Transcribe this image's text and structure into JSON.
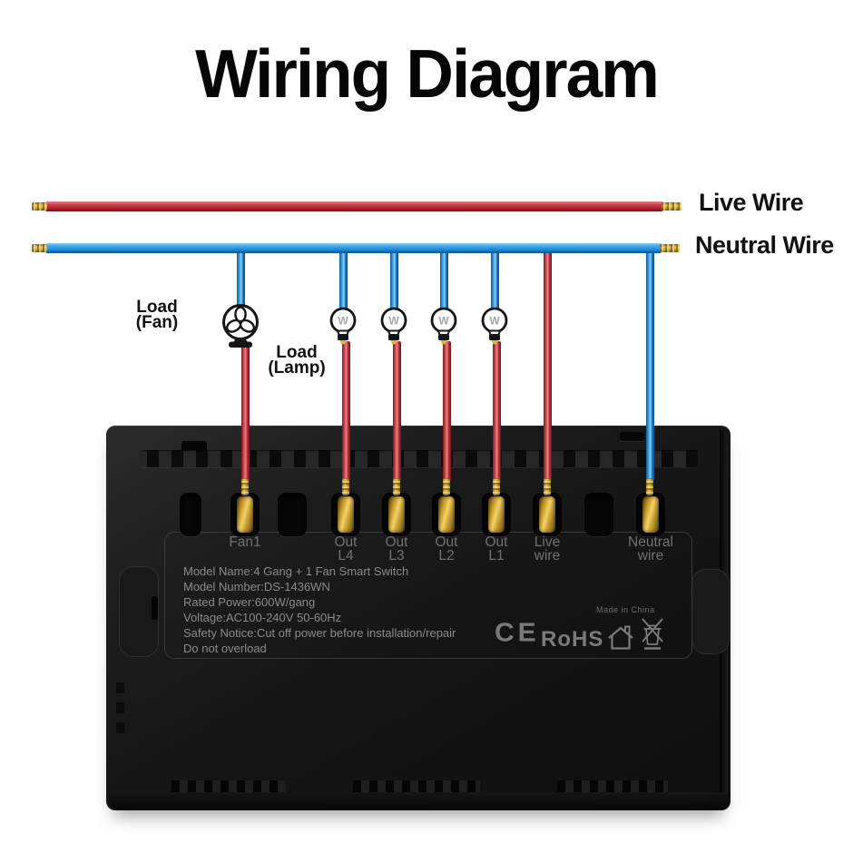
{
  "title": "Wiring Diagram",
  "colors": {
    "live_wire": "#b52832",
    "neutral_wire": "#1e86d6",
    "brass": "#c59c2e"
  },
  "wire_labels": {
    "live": "Live Wire",
    "neutral": "Neutral Wire"
  },
  "load_labels": {
    "fan": [
      "Load",
      "(Fan)"
    ],
    "lamp": [
      "Load",
      "(Lamp)"
    ]
  },
  "bulb_letter": "W",
  "device": {
    "terminals": [
      {
        "l1": "Fan1",
        "l2": ""
      },
      {
        "l1": "Out",
        "l2": "L4"
      },
      {
        "l1": "Out",
        "l2": "L3"
      },
      {
        "l1": "Out",
        "l2": "L2"
      },
      {
        "l1": "Out",
        "l2": "L1"
      },
      {
        "l1": "Live",
        "l2": "wire"
      },
      {
        "l1": "Neutral",
        "l2": "wire"
      }
    ],
    "specs": [
      "Model Name:4 Gang + 1 Fan Smart Switch",
      "Model Number:DS-1436WN",
      "Rated Power:600W/gang",
      "Voltage:AC100-240V 50-60Hz",
      "Safety Notice:Cut off power before installation/repair",
      "Do not overload"
    ],
    "made_in": "Made in China",
    "ce": "CE",
    "rohs": "RoHS"
  }
}
